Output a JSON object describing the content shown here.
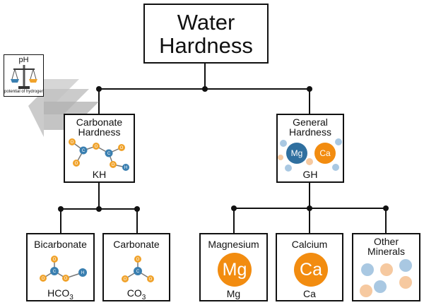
{
  "root": {
    "label_line1": "Water",
    "label_line2": "Hardness"
  },
  "ph_badge": {
    "label": "pH",
    "caption": "potential of hydrogen"
  },
  "carbonate_hardness": {
    "line1": "Carbonate",
    "line2": "Hardness",
    "abbr": "KH"
  },
  "general_hardness": {
    "line1": "General",
    "line2": "Hardness",
    "abbr": "GH",
    "mg_symbol": "Mg",
    "ca_symbol": "Ca"
  },
  "bicarbonate": {
    "title": "Bicarbonate",
    "formula_main": "HCO",
    "formula_sub": "3"
  },
  "carbonate": {
    "title": "Carbonate",
    "formula_main": "CO",
    "formula_sub": "3"
  },
  "magnesium": {
    "title": "Magnesium",
    "symbol": "Mg",
    "caption": "Mg"
  },
  "calcium": {
    "title": "Calcium",
    "symbol": "Ca",
    "caption": "Ca"
  },
  "other_minerals": {
    "line1": "Other",
    "line2": "Minerals"
  },
  "atoms": {
    "oxygen": "O",
    "carbon": "C",
    "hydrogen": "H"
  },
  "colors": {
    "oxygen": "#f0a22a",
    "carbon": "#3a7fb0",
    "hydrogen": "#3a7fb0",
    "magnesium": "#2f6f9f",
    "calcium": "#f28c10",
    "light_blue": "#a9c8e2",
    "light_orange": "#f6c9a0",
    "connector": "#111111"
  }
}
